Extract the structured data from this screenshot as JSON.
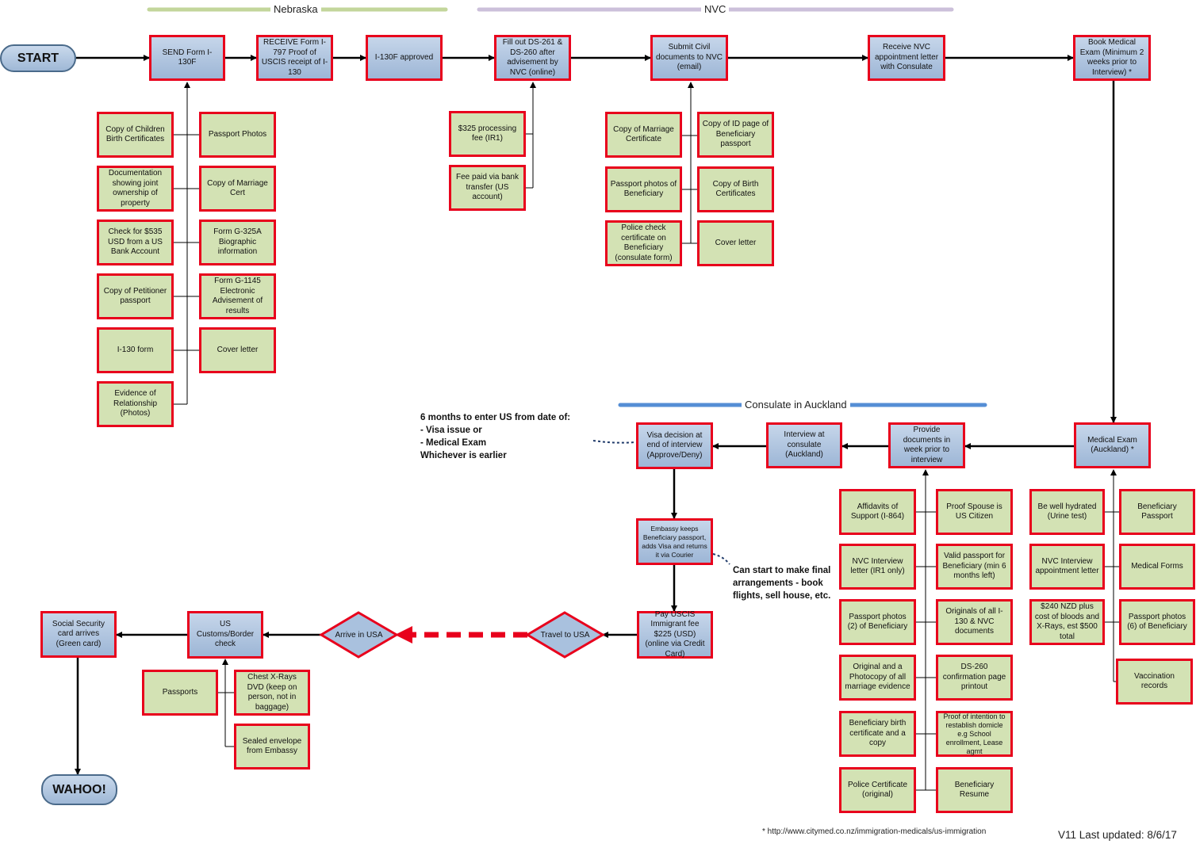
{
  "phases": {
    "nebraska": "Nebraska",
    "nvc": "NVC",
    "consulate": "Consulate in Auckland"
  },
  "terminals": {
    "start": "START",
    "end": "WAHOO!"
  },
  "steps": {
    "send_i130f": "SEND Form I-130F",
    "receive_i797": "RECEIVE Form I-797 Proof of USCIS receipt of I-130",
    "i130f_approved": "I-130F approved",
    "ds261": "Fill out DS-261 & DS-260 after advisement by NVC (online)",
    "civil_docs": "Submit Civil documents to NVC (email)",
    "nvc_letter": "Receive NVC appointment letter with Consulate",
    "book_medical": "Book Medical Exam (Minimum 2 weeks prior to Interview) *",
    "medical_exam": "Medical Exam (Auckland) *",
    "provide_docs": "Provide documents in week prior to interview",
    "interview": "Interview at consulate (Auckland)",
    "visa_decision": "Visa decision at end of interview (Approve/Deny)",
    "embassy_keeps": "Embassy keeps Beneficiary passport, adds Visa and returns it via Courier",
    "pay_fee": "Pay USCIS Immigrant fee $225 (USD) (online via Credit Card)",
    "travel": "Travel to USA",
    "arrive": "Arrive in USA",
    "customs": "US Customs/Border check",
    "ssn": "Social Security card arrives (Green card)"
  },
  "docs_i130": [
    "Copy of Children Birth Certificates",
    "Passport Photos",
    "Documentation showing joint ownership of property",
    "Copy of Marriage Cert",
    "Check for $535 USD from a US Bank Account",
    "Form G-325A Biographic information",
    "Copy of Petitioner passport",
    "Form G-1145 Electronic Advisement of results",
    "I-130 form",
    "Cover letter",
    "Evidence of Relationship (Photos)"
  ],
  "docs_ds261": [
    "$325 processing fee (IR1)",
    "Fee paid via bank transfer (US account)"
  ],
  "docs_civil": [
    "Copy of Marriage Certificate",
    "Copy of ID page of Beneficiary passport",
    "Passport photos of Beneficiary",
    "Copy of Birth Certificates",
    "Police check certificate on Beneficiary (consulate form)",
    "Cover letter"
  ],
  "docs_interview": [
    "Affidavits of Support (I-864)",
    "Proof Spouse is US Citizen",
    "NVC Interview letter (IR1 only)",
    "Valid passport for Beneficiary (min 6 months left)",
    "Passport photos (2) of Beneficiary",
    "Originals of all I-130 & NVC documents",
    "Original and a Photocopy of all marriage evidence",
    "DS-260 confirmation page printout",
    "Beneficiary birth certificate and a copy",
    "Proof of intention to restablish domicle e.g School enrollment, Lease agmt",
    "Police Certificate (original)",
    "Beneficiary Resume"
  ],
  "docs_medical": [
    "Be well hydrated (Urine test)",
    "Beneficiary Passport",
    "NVC Interview appointment letter",
    "Medical Forms",
    "$240 NZD plus cost of bloods and X-Rays, est $500 total",
    "Passport photos (6) of Beneficiary",
    "Vaccination records"
  ],
  "docs_customs": [
    "Passports",
    "Chest X-Rays DVD (keep on person, not in baggage)",
    "Sealed envelope from Embassy"
  ],
  "notes": {
    "six_months": [
      "6 months to enter US from date of:",
      "- Visa issue or",
      "- Medical Exam",
      "Whichever is earlier"
    ],
    "arrangements": [
      "Can start to make final",
      "arrangements - book",
      "flights, sell house, etc."
    ]
  },
  "footer": {
    "source": "* http://www.citymed.co.nz/immigration-medicals/us-immigration",
    "version": "V11 Last updated: 8/6/17"
  },
  "colors": {
    "process_fill": "#a9c1de",
    "document_fill": "#d3e2b4",
    "box_border": "#e8001c",
    "nebraska_bar": "#c3d69b",
    "nvc_bar": "#ccc0da",
    "consulate_bar": "#558ed5",
    "dashed_arrow": "#e8001c"
  }
}
